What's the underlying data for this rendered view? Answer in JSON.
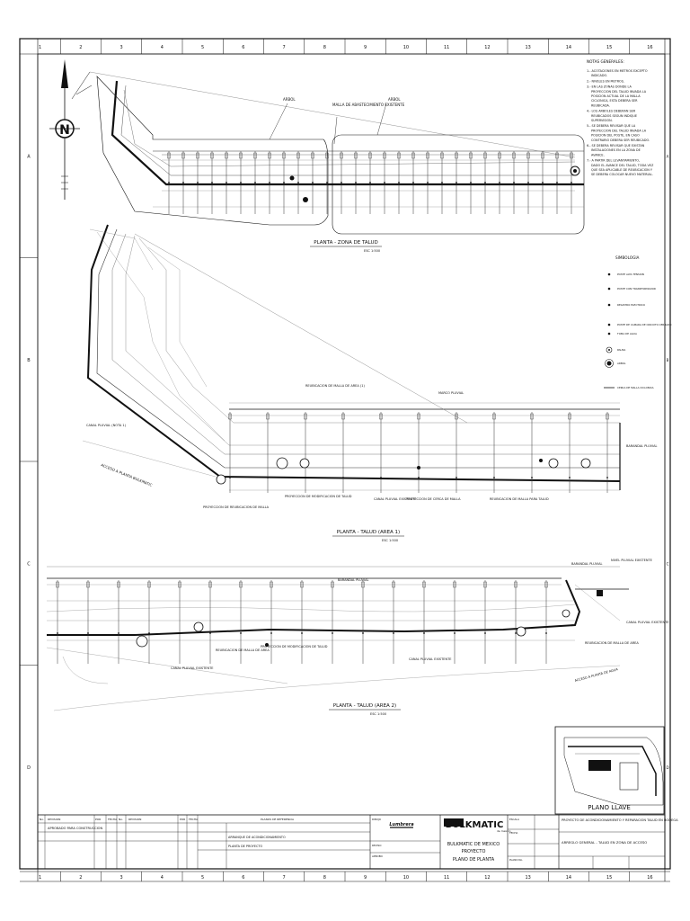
{
  "grid": {
    "columns": [
      "1",
      "2",
      "3",
      "4",
      "5",
      "6",
      "7",
      "8",
      "9",
      "10",
      "11",
      "12",
      "13",
      "14",
      "15",
      "16"
    ],
    "rows": [
      "A",
      "B",
      "C",
      "D"
    ]
  },
  "notes": {
    "title": "NOTAS GENERALES:",
    "items": [
      "1.- ACOTACIONES EN METROS EXCEPTO INDICADO.",
      "2.- NIVELES EN METROS.",
      "3.- EN LAS ZONAS DONDE LA PROYECCION DEL TALUD INVADA LA POSICION ACTUAL DE LA MALLA CICLONICA, ESTA DEBERA SER REUBICADA.",
      "4.- LOS ARBOLES DEBERAN SER REUBICADOS SEGUN INDIQUE SUPERVISION.",
      "5.- SE DEBERA REVISAR QUE LA PROYECCION DEL TALUD INVADA LA POSICION DEL POSTE, EN CASO CONTRARIO DEBERA SER REUBICADO.",
      "6.- SE DEBERA REVISAR QUE EXISTAN INSTALACIONES EN LA ZONA DE AVANCE.",
      "7.- A PARTIR DEL LEVANTAMIENTO, DADO EL AVANCE DEL TALUD, TODA VEZ QUE SEA APLICABLE DE REUBICACION Y SE DEBERA COLOCAR NUEVO MATERIAL."
    ]
  },
  "legend": {
    "title": "SIMBOLOGIA",
    "items": [
      "POSTE ALTA TENSION",
      "POSTE CON TRANSFORMADOR",
      "REGISTRO ELECTRICO",
      "POSTE DE CAMARA DE CIRCUITO CERRADO",
      "TOMA DE AGUA",
      "PALMA",
      "ARBOL",
      "CERCA DE MALLA CICLONICA"
    ]
  },
  "views": [
    {
      "title": "PLANTA - ZONA DE TALUD",
      "scale": "ESC 1:500"
    },
    {
      "title": "PLANTA - TALUD (AREA 1)",
      "scale": "ESC 1:500"
    },
    {
      "title": "PLANTA - TALUD (AREA 2)",
      "scale": "ESC 1:500"
    }
  ],
  "callouts": {
    "top_1": "ARBOL",
    "top_2": "MALLA DE ABASTECIMIENTO EXISTENTE",
    "top_3": "ARBOL",
    "area1_left_1": "CANAL PLUVIAL (NOTA 1)",
    "area1_left_2": "ACCESO A PLANTA BULKMATIC",
    "area1_mid_1": "REUBICACION DE MALLA DE AREA (1)",
    "area1_mid_2": "MARCO PLUVIAL",
    "area1_b1": "PROYECCION DE REUBICACION DE MALLA",
    "area1_b2": "PROYECCION DE MODIFICACION DE TALUD",
    "area1_b3": "CANAL PLUVIAL EXISTENTE",
    "area1_b4": "PROYECCION DE CERCA DE MALLA",
    "area1_b5": "REUBICACION DE MALLA PARA TALUD",
    "area1_right": "BARANDAL PLUVIAL",
    "area2_top_1": "BARANDAL PLUVIAL",
    "area2_top_2": "BARANDAL PLUVIAL",
    "area2_top_3": "NIVEL PLUVIAL EXISTENTE",
    "area2_b1": "CANAL PLUVIAL EXISTENTE",
    "area2_b2": "REUBICACION DE MALLA DE AREA",
    "area2_b3": "PROYECCION DE MODIFICACION DE TALUD",
    "area2_b4": "CANAL PLUVIAL EXISTENTE",
    "area2_right_1": "REUBICACION DE MALLA DE AREA",
    "area2_right_2": "ACCESO A PLANTA DE AGUA",
    "area2_right_3": "CANAL PLUVIAL EXISTENTE"
  },
  "key_plan": {
    "title": "PLANO LLAVE"
  },
  "title_block": {
    "rev_headers": [
      "No.",
      "REVISION",
      "POR",
      "FECHA",
      "No.",
      "REVISION",
      "POR",
      "FECHA",
      "PLANOS DE REFERENCIA"
    ],
    "rev_row": "APROBADO PARA CONSTRUCCION",
    "ref_rows": [
      "ARRANQUE DE ACONDICIONAMIENTO",
      "PLANTA DE PROYECTO"
    ],
    "company": "BULKMATIC",
    "company_sub": "de mexico",
    "client_logo": "Lumbrera",
    "project_lines": [
      "BULKMATIC DE MEXICO",
      "PROYECTO",
      "PLANO DE PLANTA"
    ],
    "drawing_title": "PROYECTO DE ACONDICIONAMIENTO Y REPARACION TALUD EN BODEGA",
    "drawing_subtitle": "ARREGLO GENERAL - TALUD EN ZONA DE ACCESO",
    "labels": [
      "DIBUJO",
      "REVISO",
      "APROBO",
      "ESCALA",
      "FECHA",
      "PLANO No."
    ]
  },
  "colors": {
    "ink": "#111111",
    "light": "#888888",
    "paper": "#ffffff"
  }
}
